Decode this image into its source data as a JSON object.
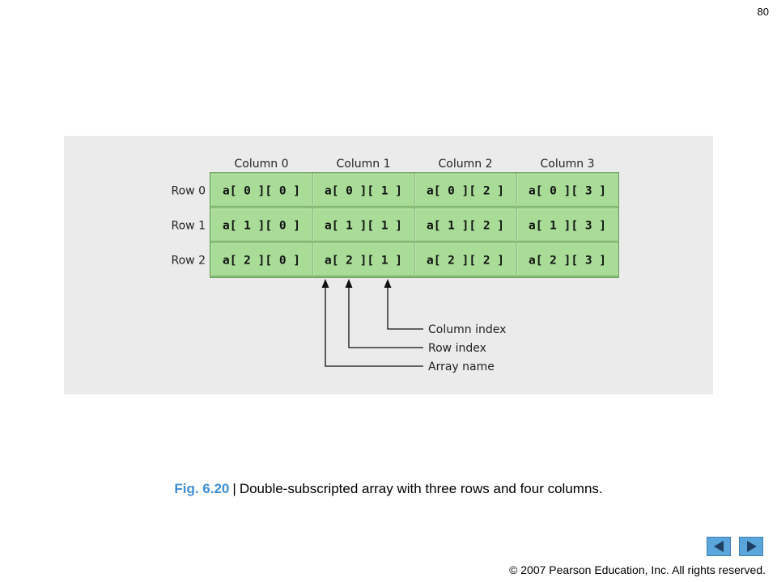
{
  "page_number": "80",
  "diagram": {
    "column_headers": [
      "Column 0",
      "Column 1",
      "Column 2",
      "Column 3"
    ],
    "row_headers": [
      "Row 0",
      "Row 1",
      "Row 2"
    ],
    "cells": [
      [
        "a[ 0 ][ 0 ]",
        "a[ 0 ][ 1 ]",
        "a[ 0 ][ 2 ]",
        "a[ 0 ][ 3 ]"
      ],
      [
        "a[ 1 ][ 0 ]",
        "a[ 1 ][ 1 ]",
        "a[ 1 ][ 2 ]",
        "a[ 1 ][ 3 ]"
      ],
      [
        "a[ 2 ][ 0 ]",
        "a[ 2 ][ 1 ]",
        "a[ 2 ][ 2 ]",
        "a[ 2 ][ 3 ]"
      ]
    ],
    "callouts": [
      "Column index",
      "Row index",
      "Array name"
    ],
    "colors": {
      "cell_fill": "#a8dc97",
      "cell_border": "#6aa65a",
      "panel_bg": "#ebebeb"
    }
  },
  "caption": {
    "figure_number": "Fig. 6.20",
    "separator": "|",
    "text": "Double-subscripted array with three rows and four columns."
  },
  "navigation": {
    "prev_icon": "triangle-left-icon",
    "next_icon": "triangle-right-icon",
    "color": "#5aa5dc"
  },
  "footer": {
    "copyright": "© 2007 Pearson Education, Inc.  All rights reserved."
  }
}
